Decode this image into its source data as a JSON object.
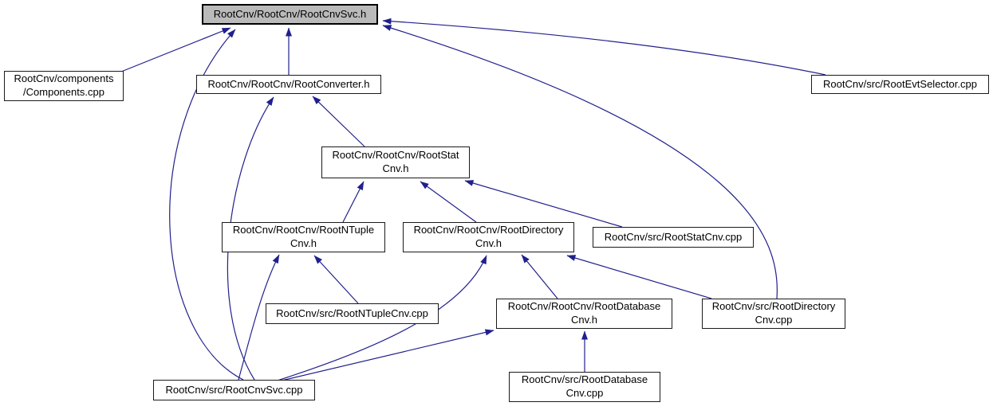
{
  "diagram": {
    "kind": "doxygen-included-by-graph",
    "root_file": "RootCnv/RootCnv/RootCnvSvc.h"
  },
  "colors": {
    "edge": "#20208d",
    "node_fill": "#ffffff",
    "node_border": "#1a1a1a",
    "root_fill": "#bababa",
    "text": "#000000"
  },
  "nodes": [
    {
      "id": "RootCnv/RootCnv/RootCnvSvc.h",
      "label": "RootCnv/RootCnv/RootCnvSvc.h"
    },
    {
      "id": "RootCnv/components/Components.cpp",
      "label": "RootCnv/components\n/Components.cpp"
    },
    {
      "id": "RootCnv/RootCnv/RootConverter.h",
      "label": "RootCnv/RootCnv/RootConverter.h"
    },
    {
      "id": "RootCnv/src/RootEvtSelector.cpp",
      "label": "RootCnv/src/RootEvtSelector.cpp"
    },
    {
      "id": "RootCnv/RootCnv/RootStatCnv.h",
      "label": "RootCnv/RootCnv/RootStat\nCnv.h"
    },
    {
      "id": "RootCnv/RootCnv/RootNTupleCnv.h",
      "label": "RootCnv/RootCnv/RootNTuple\nCnv.h"
    },
    {
      "id": "RootCnv/RootCnv/RootDirectoryCnv.h",
      "label": "RootCnv/RootCnv/RootDirectory\nCnv.h"
    },
    {
      "id": "RootCnv/src/RootStatCnv.cpp",
      "label": "RootCnv/src/RootStatCnv.cpp"
    },
    {
      "id": "RootCnv/src/RootNTupleCnv.cpp",
      "label": "RootCnv/src/RootNTupleCnv.cpp"
    },
    {
      "id": "RootCnv/RootCnv/RootDatabaseCnv.h",
      "label": "RootCnv/RootCnv/RootDatabase\nCnv.h"
    },
    {
      "id": "RootCnv/src/RootDirectoryCnv.cpp",
      "label": "RootCnv/src/RootDirectory\nCnv.cpp"
    },
    {
      "id": "RootCnv/src/RootCnvSvc.cpp",
      "label": "RootCnv/src/RootCnvSvc.cpp"
    },
    {
      "id": "RootCnv/src/RootDatabaseCnv.cpp",
      "label": "RootCnv/src/RootDatabase\nCnv.cpp"
    }
  ],
  "edges": [
    {
      "from": "RootCnv/components/Components.cpp",
      "to": "RootCnv/RootCnv/RootCnvSvc.h"
    },
    {
      "from": "RootCnv/RootCnv/RootConverter.h",
      "to": "RootCnv/RootCnv/RootCnvSvc.h"
    },
    {
      "from": "RootCnv/src/RootEvtSelector.cpp",
      "to": "RootCnv/RootCnv/RootCnvSvc.h"
    },
    {
      "from": "RootCnv/src/RootCnvSvc.cpp",
      "to": "RootCnv/RootCnv/RootCnvSvc.h"
    },
    {
      "from": "RootCnv/src/RootDirectoryCnv.cpp",
      "to": "RootCnv/RootCnv/RootCnvSvc.h"
    },
    {
      "from": "RootCnv/RootCnv/RootStatCnv.h",
      "to": "RootCnv/RootCnv/RootConverter.h"
    },
    {
      "from": "RootCnv/src/RootCnvSvc.cpp",
      "to": "RootCnv/RootCnv/RootConverter.h"
    },
    {
      "from": "RootCnv/RootCnv/RootNTupleCnv.h",
      "to": "RootCnv/RootCnv/RootStatCnv.h"
    },
    {
      "from": "RootCnv/RootCnv/RootDirectoryCnv.h",
      "to": "RootCnv/RootCnv/RootStatCnv.h"
    },
    {
      "from": "RootCnv/src/RootStatCnv.cpp",
      "to": "RootCnv/RootCnv/RootStatCnv.h"
    },
    {
      "from": "RootCnv/src/RootNTupleCnv.cpp",
      "to": "RootCnv/RootCnv/RootNTupleCnv.h"
    },
    {
      "from": "RootCnv/src/RootCnvSvc.cpp",
      "to": "RootCnv/RootCnv/RootNTupleCnv.h"
    },
    {
      "from": "RootCnv/RootCnv/RootDatabaseCnv.h",
      "to": "RootCnv/RootCnv/RootDirectoryCnv.h"
    },
    {
      "from": "RootCnv/src/RootDirectoryCnv.cpp",
      "to": "RootCnv/RootCnv/RootDirectoryCnv.h"
    },
    {
      "from": "RootCnv/src/RootCnvSvc.cpp",
      "to": "RootCnv/RootCnv/RootDirectoryCnv.h"
    },
    {
      "from": "RootCnv/src/RootCnvSvc.cpp",
      "to": "RootCnv/RootCnv/RootDatabaseCnv.h"
    },
    {
      "from": "RootCnv/src/RootDatabaseCnv.cpp",
      "to": "RootCnv/RootCnv/RootDatabaseCnv.h"
    }
  ]
}
